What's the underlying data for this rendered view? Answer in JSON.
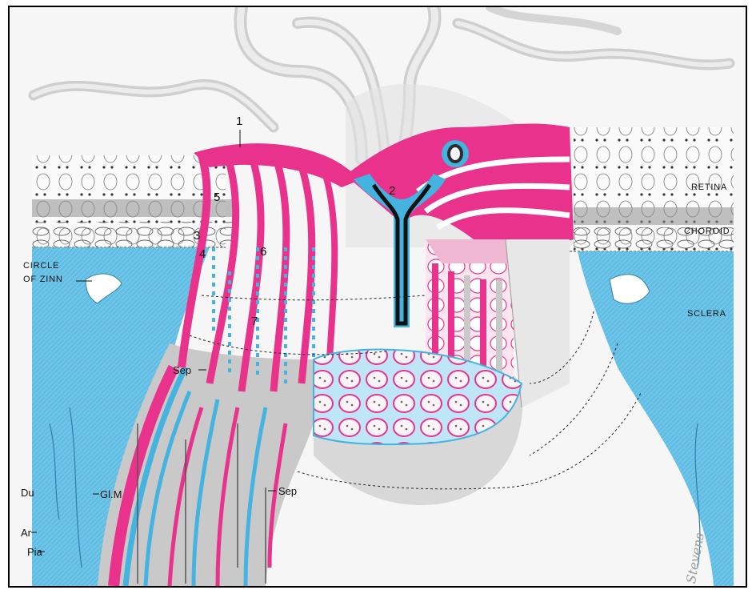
{
  "labels": {
    "n1": "1",
    "n2": "2",
    "n3": "3",
    "n4": "4",
    "n5": "5",
    "n6": "6",
    "n7": "7",
    "retina": "RETINA",
    "choroid": "CHOROID",
    "sclera": "SCLERA",
    "circle_of_zinn_line1": "CIRCLE",
    "circle_of_zinn_line2": "OF ZINN",
    "sep_upper": "Sep",
    "sep_lower": "Sep",
    "glm": "Gl.M",
    "du": "Du",
    "ar": "Ar",
    "pia": "Pia"
  },
  "colors": {
    "pink": "#e8328c",
    "blue": "#45b3e0",
    "light_blue": "#9bd4ef",
    "gray": "#c9c9c9",
    "background": "#f6f6f6"
  },
  "signature": "Stevens"
}
